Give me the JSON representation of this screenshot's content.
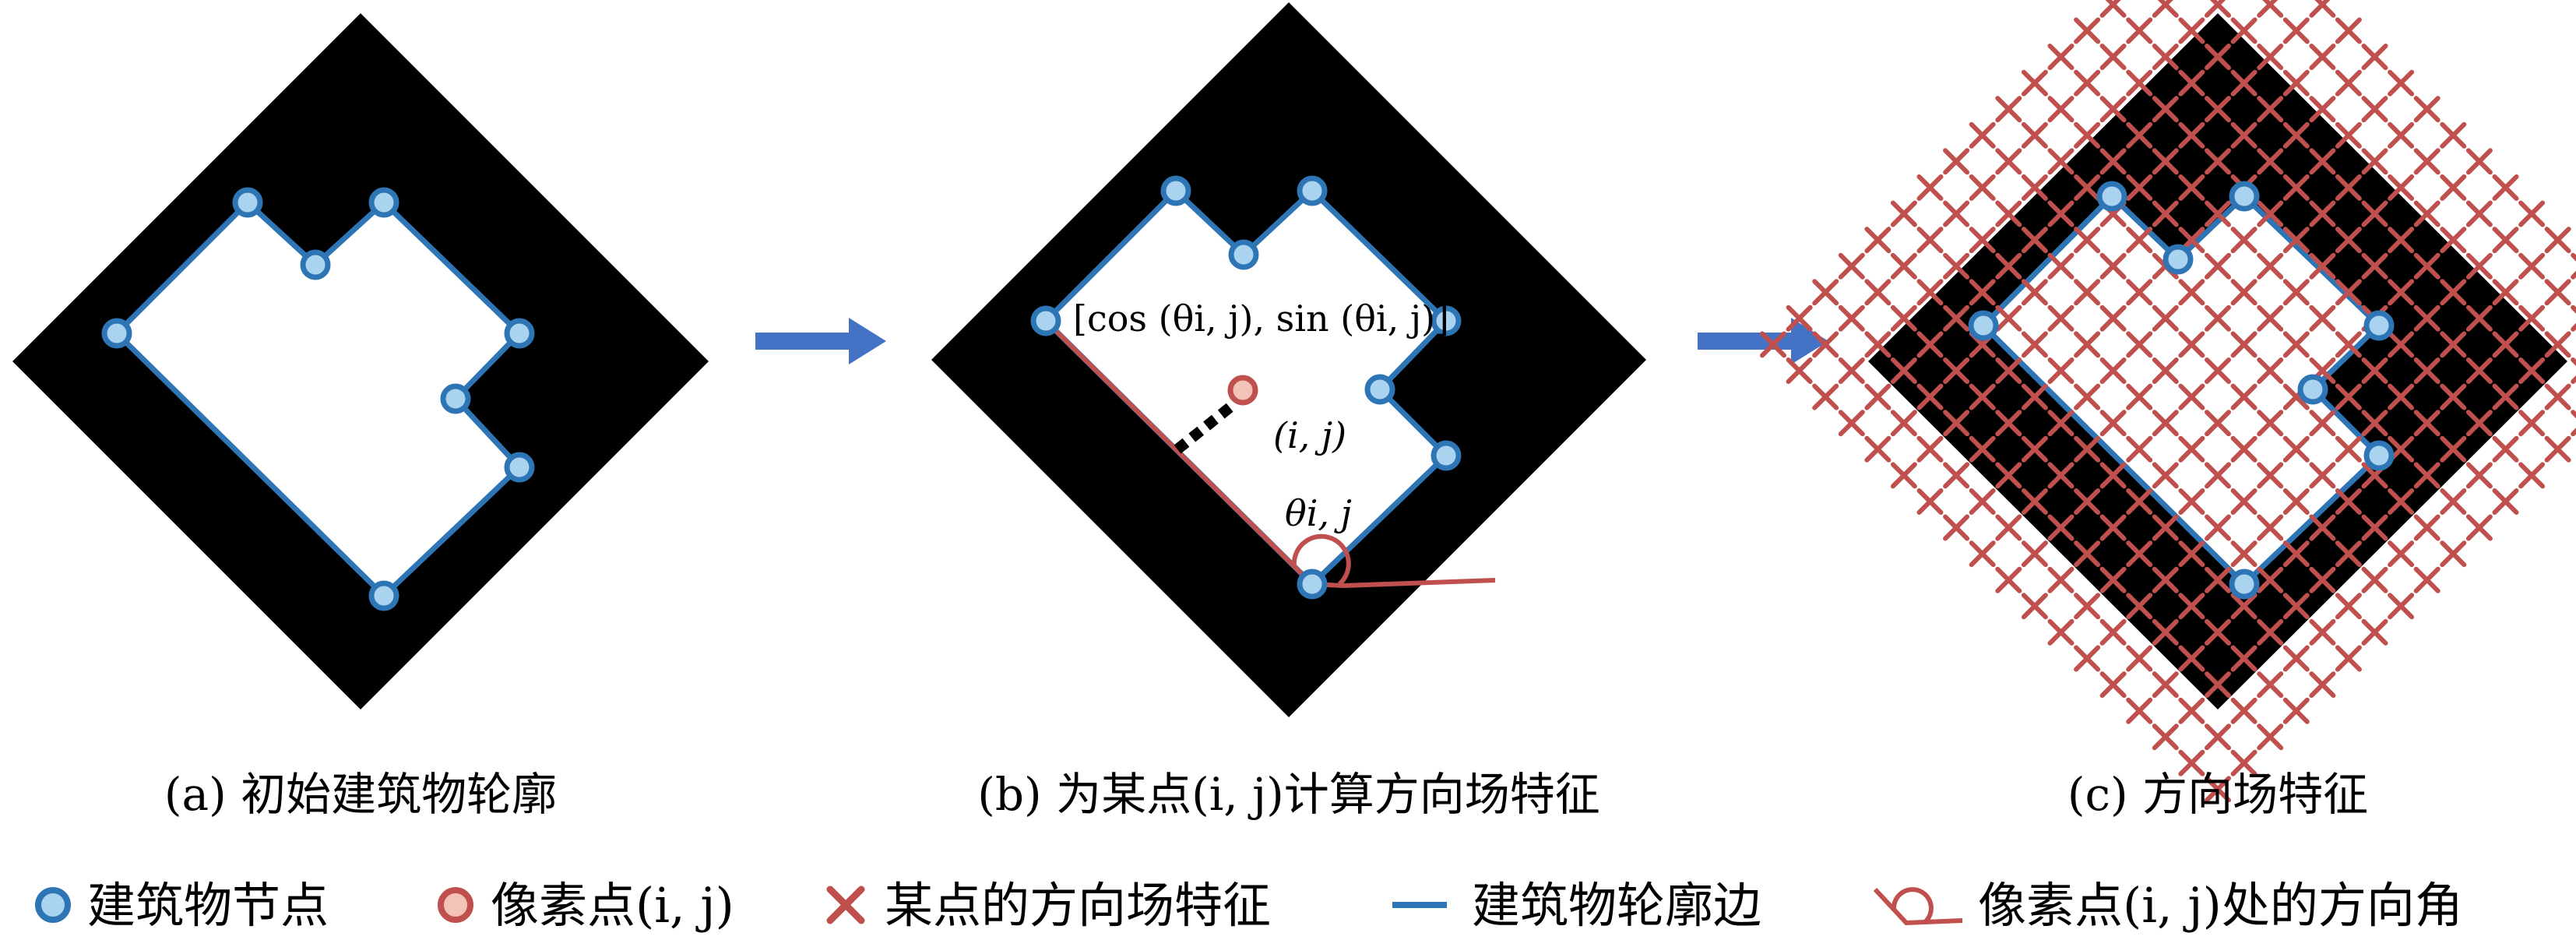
{
  "colors": {
    "background": "#000000",
    "building": "#ffffff",
    "outline": "#2e75b6",
    "node_fill": "#a9d3ee",
    "pixel_point": "#c0504d",
    "cross": "#c0504d",
    "arrow": "#4472c4"
  },
  "panels": {
    "a": {
      "caption": "(a) 初始建筑物轮廓"
    },
    "b": {
      "caption": "(b) 为某点(i, j)计算方向场特征",
      "vector_label": "[cos (θi, j), sin (θi, j)]",
      "point_label": "(i, j)",
      "angle_label": "θi, j"
    },
    "c": {
      "caption": "(c) 方向场特征"
    }
  },
  "legend": [
    {
      "icon": "node-icon",
      "label": "建筑物节点"
    },
    {
      "icon": "pixel-point-icon",
      "label": "像素点(i, j)"
    },
    {
      "icon": "cross-icon",
      "label": "某点的方向场特征"
    },
    {
      "icon": "line-icon",
      "label": "建筑物轮廓边"
    },
    {
      "icon": "angle-icon",
      "label": "像素点(i, j)处的方向角"
    }
  ]
}
